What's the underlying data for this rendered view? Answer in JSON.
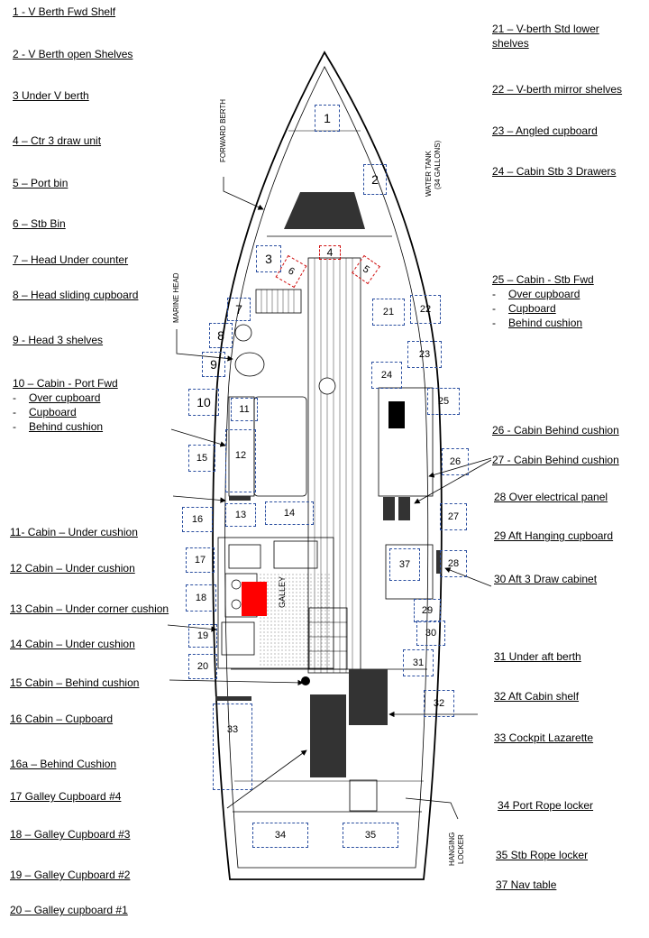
{
  "left_labels": [
    {
      "id": "l1",
      "text": "1 - V Berth Fwd Shelf"
    },
    {
      "id": "l2",
      "text": "2 - V Berth open Shelves"
    },
    {
      "id": "l3",
      "text": "3 Under V berth"
    },
    {
      "id": "l4",
      "text": "4 – Ctr 3 draw unit"
    },
    {
      "id": "l5",
      "text": "5 – Port bin"
    },
    {
      "id": "l6",
      "text": "6 – Stb Bin"
    },
    {
      "id": "l7",
      "text": "7 – Head Under counter"
    },
    {
      "id": "l8",
      "text": "8 – Head sliding cupboard"
    },
    {
      "id": "l9",
      "text": "9 - Head 3 shelves"
    },
    {
      "id": "l10",
      "text": "10 – Cabin - Port Fwd",
      "subs": [
        "Over cupboard",
        "Cupboard",
        "Behind cushion"
      ]
    },
    {
      "id": "l11",
      "text": "11- Cabin – Under cushion"
    },
    {
      "id": "l12",
      "text": "12 Cabin – Under cushion"
    },
    {
      "id": "l13",
      "text": "13 Cabin – Under corner cushion"
    },
    {
      "id": "l14",
      "text": "14 Cabin – Under cushion"
    },
    {
      "id": "l15",
      "text": "15 Cabin – Behind cushion"
    },
    {
      "id": "l16",
      "text": "16 Cabin – Cupboard"
    },
    {
      "id": "l16a",
      "text": "16a – Behind Cushion"
    },
    {
      "id": "l17",
      "text": "17 Galley Cupboard #4"
    },
    {
      "id": "l18",
      "text": "18 – Galley Cupboard #3"
    },
    {
      "id": "l19",
      "text": "19 – Galley Cupboard #2"
    },
    {
      "id": "l20",
      "text": "20 – Galley cupboard #1"
    }
  ],
  "right_labels": [
    {
      "id": "r21",
      "text": "21 – V-berth Std lower shelves"
    },
    {
      "id": "r22",
      "text": "22 – V-berth mirror shelves"
    },
    {
      "id": "r23",
      "text": "23 – Angled  cupboard"
    },
    {
      "id": "r24",
      "text": "24 – Cabin Stb 3 Drawers"
    },
    {
      "id": "r25",
      "text": "25 – Cabin - Stb Fwd",
      "subs": [
        "Over cupboard",
        "Cupboard",
        "Behind cushion"
      ]
    },
    {
      "id": "r26",
      "text": "26 - Cabin Behind cushion"
    },
    {
      "id": "r27",
      "text": "27 - Cabin Behind  cushion"
    },
    {
      "id": "r28",
      "text": "28 Over electrical panel"
    },
    {
      "id": "r29",
      "text": "29 Aft Hanging cupboard"
    },
    {
      "id": "r30",
      "text": "30 Aft 3 Draw cabinet"
    },
    {
      "id": "r31",
      "text": "31  Under aft berth"
    },
    {
      "id": "r32",
      "text": "32 Aft Cabin shelf"
    },
    {
      "id": "r33",
      "text": "33 Cockpit Lazarette"
    },
    {
      "id": "r34",
      "text": "34 Port Rope locker"
    },
    {
      "id": "r35",
      "text": "35  Stb Rope locker"
    },
    {
      "id": "r37",
      "text": "37  Nav table"
    }
  ],
  "plan_text": {
    "forward_berth": "FORWARD BERTH",
    "water_tank": "WATER TANK",
    "water_tank_cap": "(34 GALLONS)",
    "marine_head": "MARINE HEAD",
    "galley": "GALLEY",
    "hanging": "HANGING",
    "locker": "LOCKER"
  },
  "markers": [
    {
      "id": "m1",
      "text": "1"
    },
    {
      "id": "m2",
      "text": "2"
    },
    {
      "id": "m3",
      "text": "3"
    },
    {
      "id": "m4",
      "text": "4"
    },
    {
      "id": "m5",
      "text": "5"
    },
    {
      "id": "m6",
      "text": "6"
    },
    {
      "id": "m7",
      "text": "7"
    },
    {
      "id": "m8",
      "text": "8"
    },
    {
      "id": "m9",
      "text": "9"
    },
    {
      "id": "m10",
      "text": "10"
    },
    {
      "id": "m11",
      "text": "11"
    },
    {
      "id": "m12",
      "text": "12"
    },
    {
      "id": "m13",
      "text": "13"
    },
    {
      "id": "m14",
      "text": "14"
    },
    {
      "id": "m15",
      "text": "15"
    },
    {
      "id": "m16",
      "text": "16"
    },
    {
      "id": "m17",
      "text": "17"
    },
    {
      "id": "m18",
      "text": "18"
    },
    {
      "id": "m19",
      "text": "19"
    },
    {
      "id": "m20",
      "text": "20"
    },
    {
      "id": "m21",
      "text": "21"
    },
    {
      "id": "m22",
      "text": "22"
    },
    {
      "id": "m23",
      "text": "23"
    },
    {
      "id": "m24",
      "text": "24"
    },
    {
      "id": "m25",
      "text": "25"
    },
    {
      "id": "m26",
      "text": "26"
    },
    {
      "id": "m27",
      "text": "27"
    },
    {
      "id": "m28",
      "text": "28"
    },
    {
      "id": "m29",
      "text": "29"
    },
    {
      "id": "m30",
      "text": "30"
    },
    {
      "id": "m31",
      "text": "31"
    },
    {
      "id": "m32",
      "text": "32"
    },
    {
      "id": "m33",
      "text": "33"
    },
    {
      "id": "m34",
      "text": "34"
    },
    {
      "id": "m35",
      "text": "35"
    },
    {
      "id": "m37",
      "text": "37"
    }
  ],
  "colors": {
    "marker_border": "#2b4fa0",
    "marker_border_red": "#d01010",
    "highlight": "#ff0000",
    "fill_dark": "#333333",
    "line": "#000000"
  }
}
